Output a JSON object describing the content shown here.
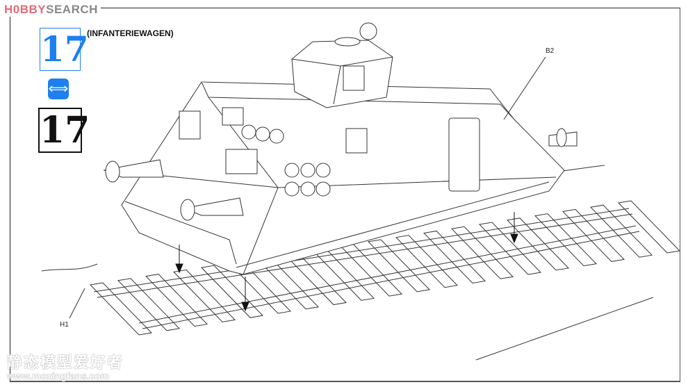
{
  "watermark_top": {
    "brand_a": "H0BBY",
    "brand_b": "SEARCH"
  },
  "step": {
    "number_blue": "17",
    "number_black": "17",
    "title": "(INFANTERIEWAGEN)",
    "swap_icon": "double-arrow-icon"
  },
  "labels": {
    "body_part": "B2",
    "track_part": "H1"
  },
  "watermark_bottom": {
    "chinese": "静态模型爱好者",
    "url": "www.moxingfans.com"
  },
  "colors": {
    "accent_blue": "#1e7ff0",
    "line": "#222222"
  }
}
